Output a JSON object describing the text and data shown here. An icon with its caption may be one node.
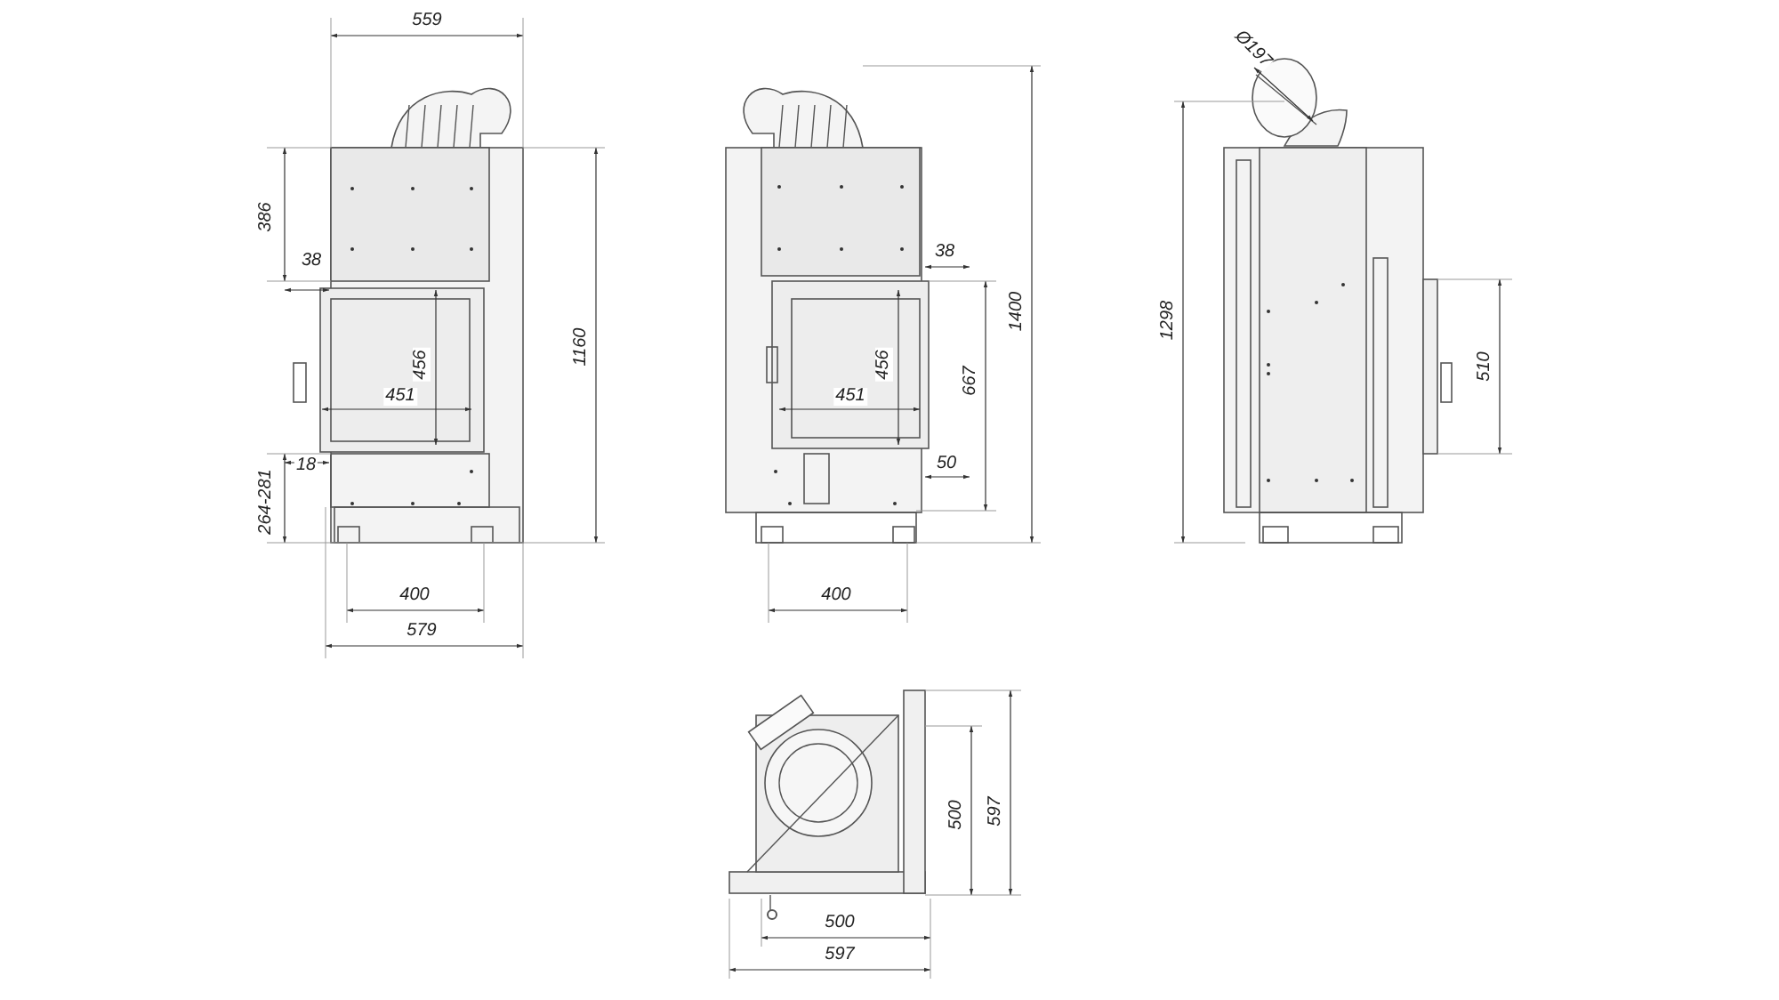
{
  "diagram": {
    "labels": [
      "559",
      "386",
      "38",
      "456",
      "451",
      "18",
      "264-281",
      "1160",
      "400",
      "579",
      "38",
      "456",
      "667",
      "1400",
      "451",
      "50",
      "400",
      "Ø197",
      "1298",
      "510",
      "500",
      "597",
      "500",
      "597"
    ]
  }
}
